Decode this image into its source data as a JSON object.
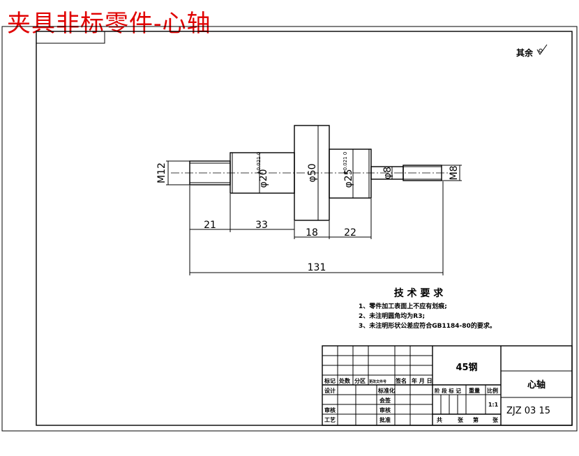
{
  "watermark_title": "夹具非标零件-心轴",
  "roughness_note": "其余",
  "dimensions": {
    "thread_left": "M12",
    "dia_20": "φ20",
    "dia_20_tol": "+0.021 0",
    "dia_50": "φ50",
    "dia_25": "φ25",
    "dia_25_tol": "+0.021 0",
    "dia_8": "φ8",
    "thread_right": "M8",
    "len_21": "21",
    "len_33": "33",
    "len_18": "18",
    "len_22": "22",
    "len_total": "131"
  },
  "tech_requirements": {
    "title": "技 术 要 求",
    "items": [
      "1、零件加工表面上不应有划痕;",
      "2、未注明圆角均为R3;",
      "3、未注明形状公差应符合GB1184-80的要求。"
    ]
  },
  "title_block": {
    "material": "45钢",
    "part_name": "心轴",
    "drawing_no": "ZJZ 03 15",
    "scale": "1:1",
    "row_headers": [
      "标记",
      "处数",
      "分区",
      "更改文件号",
      "签名",
      "年 月 日"
    ],
    "design": "设计",
    "standardization": "标准化",
    "audit": "审核",
    "process": "工艺",
    "approve": "批准",
    "check": "会签",
    "stage_mark": "阶 段 标 记",
    "weight": "重量",
    "scale_label": "比例",
    "sheet_info": [
      "共",
      "张",
      "第",
      "张"
    ]
  }
}
